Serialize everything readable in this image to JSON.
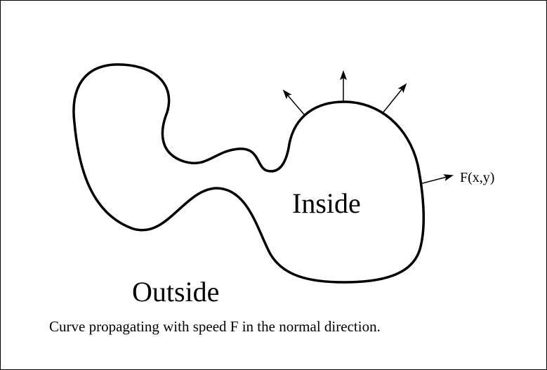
{
  "diagram": {
    "region_inside_label": "Inside",
    "region_outside_label": "Outside",
    "speed_label": "F(x,y)",
    "caption": "Curve propagating with speed F in the normal direction.",
    "curve_color": "#000000",
    "background_color": "#ffffff",
    "normal_arrow_count": 4
  }
}
